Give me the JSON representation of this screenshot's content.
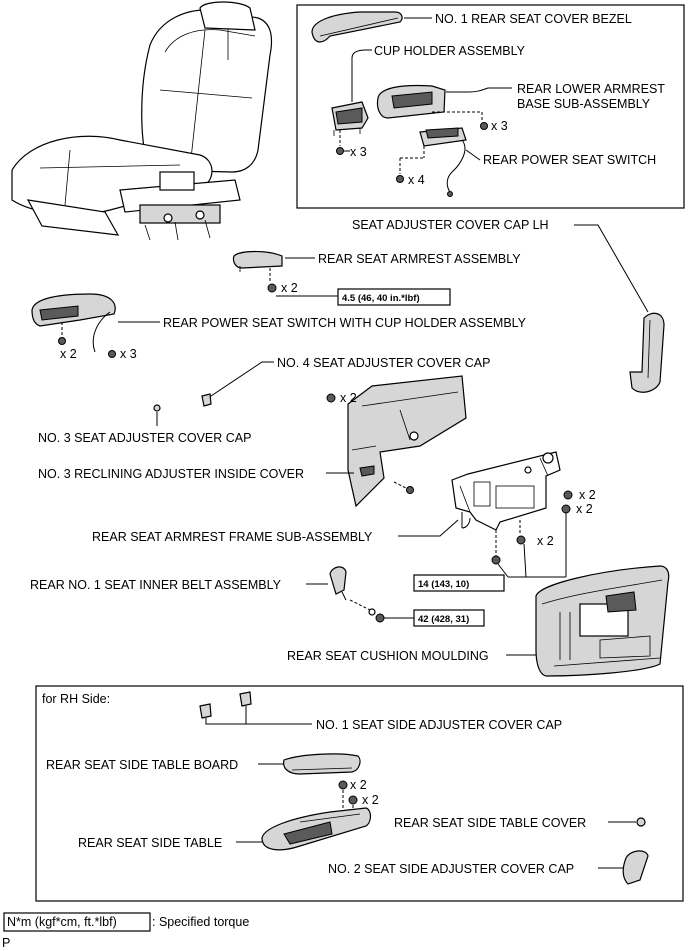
{
  "labels": {
    "no1_rear_seat_cover_bezel": "NO. 1 REAR SEAT COVER BEZEL",
    "cup_holder_assembly": "CUP HOLDER ASSEMBLY",
    "rear_lower_armrest_line1": "REAR LOWER ARMREST",
    "rear_lower_armrest_line2": "BASE SUB-ASSEMBLY",
    "rear_power_seat_switch": "REAR POWER SEAT SWITCH",
    "seat_adjuster_cover_cap_lh": "SEAT ADJUSTER COVER CAP LH",
    "rear_seat_armrest_assembly": "REAR SEAT ARMREST ASSEMBLY",
    "rear_power_seat_switch_with_cup_holder": "REAR POWER SEAT SWITCH WITH CUP HOLDER ASSEMBLY",
    "no4_seat_adjuster_cover_cap": "NO. 4 SEAT ADJUSTER COVER CAP",
    "no3_seat_adjuster_cover_cap": "NO. 3 SEAT ADJUSTER COVER CAP",
    "no3_reclining_adjuster_inside_cover": "NO. 3 RECLINING ADJUSTER INSIDE COVER",
    "rear_seat_armrest_frame": "REAR SEAT ARMREST FRAME SUB-ASSEMBLY",
    "rear_no1_seat_inner_belt": "REAR NO. 1 SEAT INNER BELT ASSEMBLY",
    "rear_seat_cushion_moulding": "REAR SEAT CUSHION MOULDING",
    "no1_seat_side_adjuster_cover_cap": "NO. 1 SEAT SIDE ADJUSTER COVER CAP",
    "rear_seat_side_table_board": "REAR SEAT SIDE TABLE BOARD",
    "rear_seat_side_table_cover": "REAR SEAT SIDE TABLE COVER",
    "rear_seat_side_table": "REAR SEAT SIDE TABLE",
    "no2_seat_side_adjuster_cover_cap": "NO. 2 SEAT SIDE ADJUSTER COVER CAP"
  },
  "quantities": {
    "x2": "x 2",
    "x3": "x 3",
    "x4": "x 4"
  },
  "torques": {
    "armrest": "4.5 (46, 40 in.*lbf)",
    "frame": "14 (143, 10)",
    "belt": "42 (428, 31)"
  },
  "rh_side_title": "for RH Side:",
  "legend": {
    "unit": "N*m (kgf*cm, ft.*lbf)",
    "text": ": Specified torque"
  },
  "corner_mark": "P"
}
